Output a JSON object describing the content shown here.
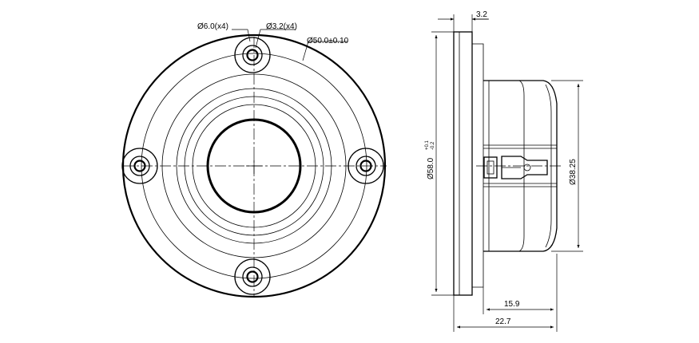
{
  "dimensions": {
    "hole_large": "Ø6.0(x4)",
    "hole_small": "Ø3.2(x4)",
    "bolt_circle": "Ø50.0±0.10",
    "flange_thickness": "3.2",
    "outer_diameter": "Ø58.0",
    "outer_tol_upper": "+0.1",
    "outer_tol_lower": "-0.2",
    "body_diameter": "Ø38.25",
    "body_depth": "15.9",
    "total_depth": "22.7"
  }
}
